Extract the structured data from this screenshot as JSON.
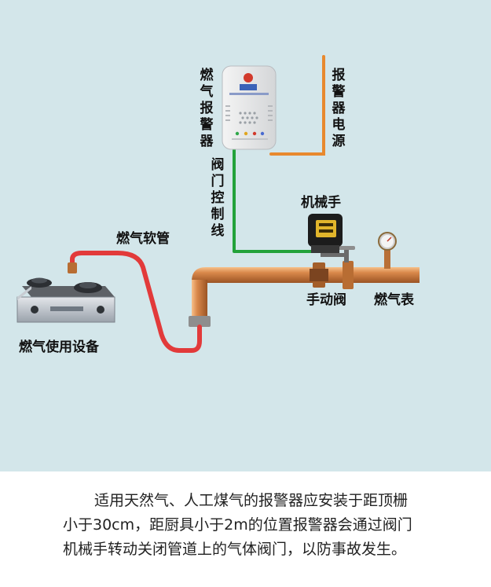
{
  "labels": {
    "detector": "燃气报警器",
    "power": "报警器电源",
    "control_line": "阀门控制线",
    "manipulator": "机械手",
    "hose": "燃气软管",
    "manual_valve": "手动阀",
    "gas_meter": "燃气表",
    "appliance": "燃气使用设备"
  },
  "caption": {
    "line1": "适用天然气、人工煤气的报警器应安装于距顶栅",
    "line2": "小于30cm，距厨具小于2m的位置报警器会通过阀门",
    "line3": "机械手转动关闭管道上的气体阀门，以防事故发生。"
  },
  "colors": {
    "background": "#d3e6ea",
    "copper_pipe": "#c8783a",
    "control_wire": "#22a23a",
    "power_wire": "#e8892e",
    "hose": "#e23a3a"
  }
}
